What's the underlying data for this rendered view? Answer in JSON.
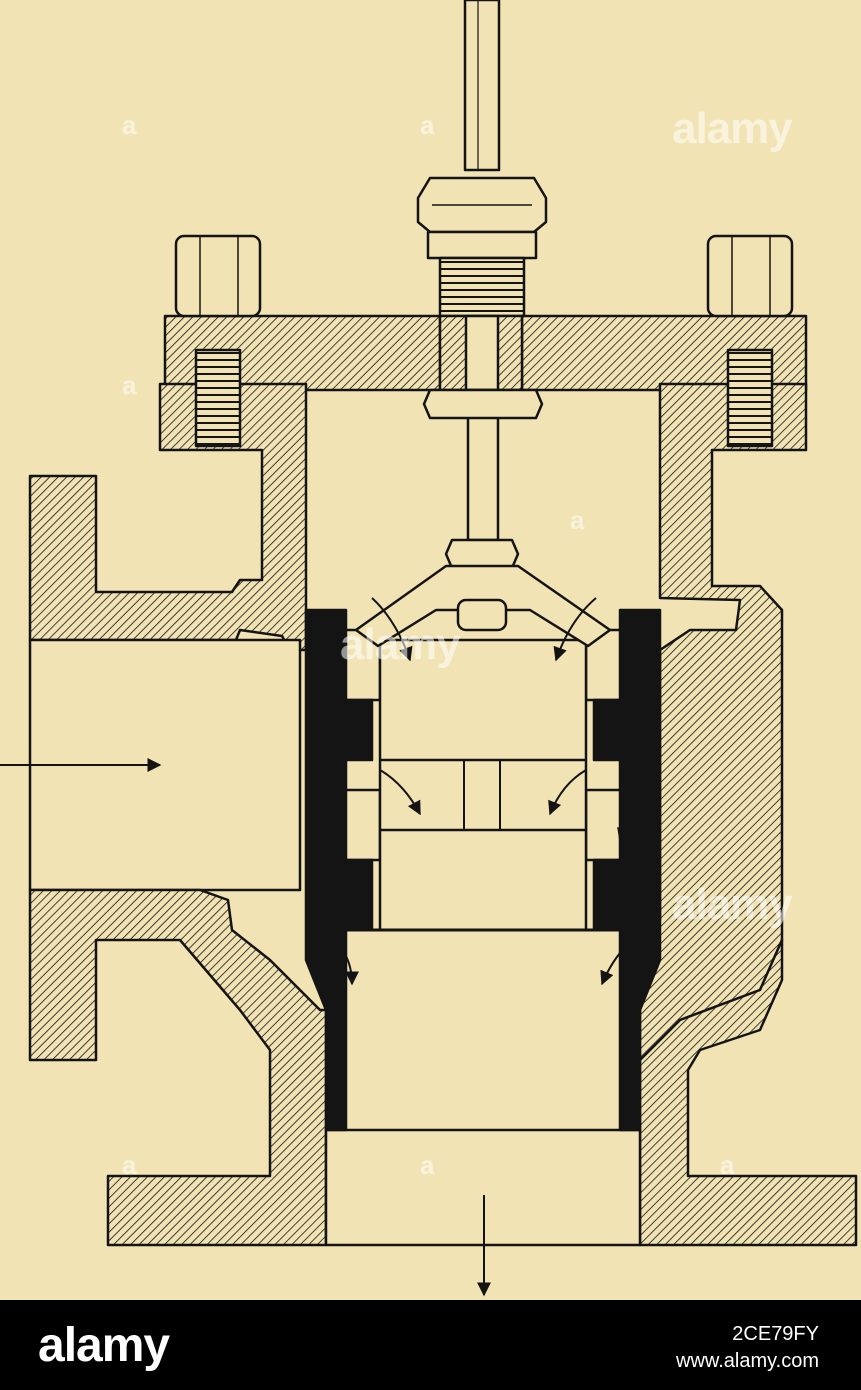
{
  "watermark": {
    "text": "alamy",
    "letter": "a"
  },
  "footer": {
    "brand": "alamy",
    "image_id": "2CE79FY",
    "url": "www.alamy.com"
  },
  "colors": {
    "paper": "#f1e3b4",
    "ink": "#141414",
    "footer_bg": "#000000",
    "footer_text": "#ffffff"
  },
  "flow": {
    "inlet_direction": "right",
    "outlet_direction": "down"
  }
}
